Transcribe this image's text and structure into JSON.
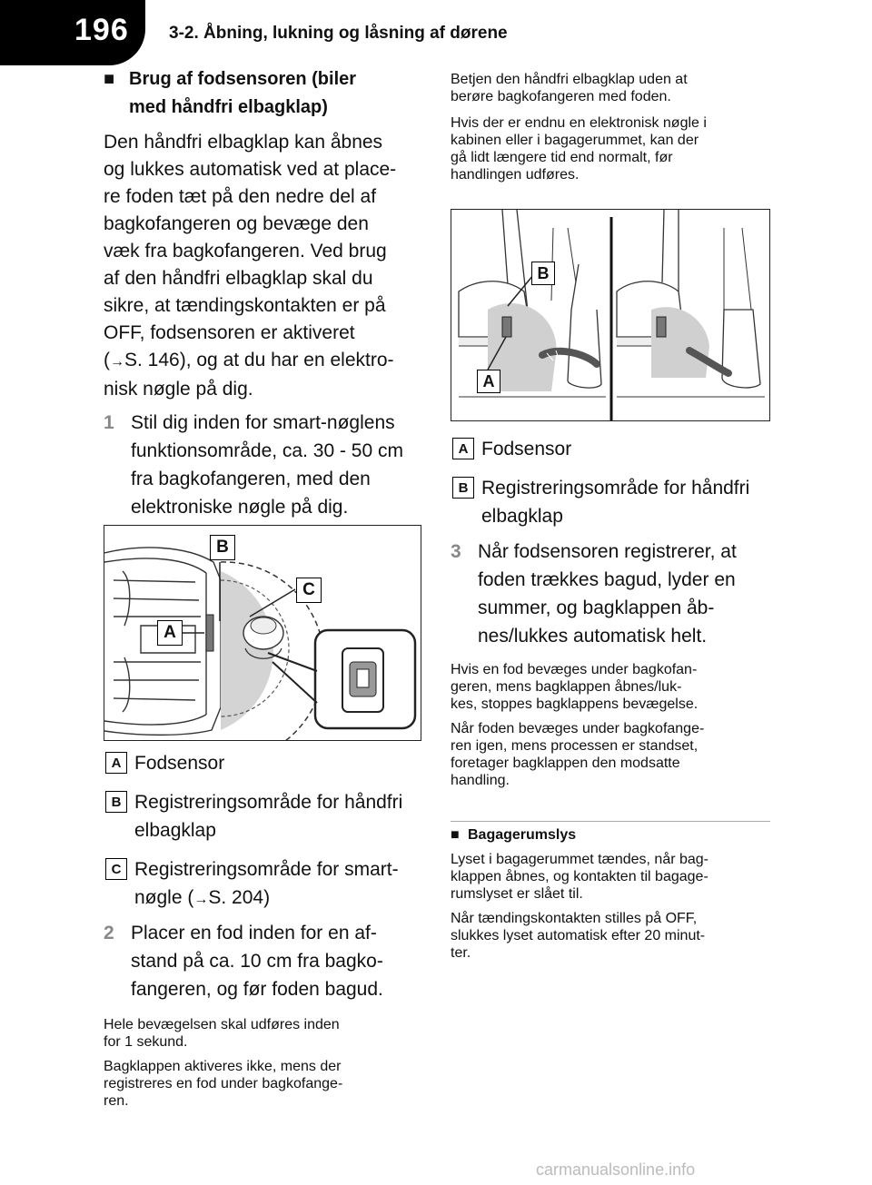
{
  "page": {
    "number": "196",
    "header": "3-2. Åbning, lukning og låsning af dørene"
  },
  "left": {
    "heading_icon": "■",
    "heading": [
      "Brug af fodsensoren (biler",
      "med håndfri elbagklap)"
    ],
    "intro": [
      "Den håndfri elbagklap kan åbnes",
      "og lukkes automatisk ved at place-",
      "re foden tæt på den nedre del af",
      "bagkofangeren og bevæge den",
      "væk fra bagkofangeren. Ved brug",
      "af den håndfri elbagklap skal du",
      "sikre, at tændingskontakten er på",
      "OFF, fodsensoren er aktiveret"
    ],
    "intro_ref": "S. 146), og at du har en elektro-",
    "intro_end": "nisk nøgle på dig.",
    "step1_num": "1",
    "step1": [
      "Stil dig inden for smart-nøglens",
      "funktionsområde, ca. 30 - 50 cm",
      "fra bagkofangeren, med den",
      "elektroniske nøgle på dig."
    ],
    "fig_labels": {
      "a": "A",
      "b": "B",
      "c": "C"
    },
    "label_a": "Fodsensor",
    "label_b": [
      "Registreringsområde for håndfri",
      "elbagklap"
    ],
    "label_c1": "Registreringsområde for smart-",
    "label_c2_ref": "S. 204)",
    "step2_num": "2",
    "step2": [
      "Placer en fod inden for en af-",
      "stand på ca. 10 cm fra bagko-",
      "fangeren, og før foden bagud."
    ],
    "note1": [
      "Hele bevægelsen skal udføres inden",
      "for 1 sekund."
    ],
    "note2": [
      "Bagklappen aktiveres ikke, mens der",
      "registreres en fod under bagkofange-",
      "ren."
    ]
  },
  "right": {
    "note1": [
      "Betjen den håndfri elbagklap uden at",
      "berøre bagkofangeren med foden."
    ],
    "note2": [
      "Hvis der er endnu en elektronisk nøgle i",
      "kabinen eller i bagagerummet, kan der",
      "gå lidt længere tid end normalt, før",
      "handlingen udføres."
    ],
    "fig_labels": {
      "a": "A",
      "b": "B"
    },
    "label_a": "Fodsensor",
    "label_b": [
      "Registreringsområde for håndfri",
      "elbagklap"
    ],
    "step3_num": "3",
    "step3": [
      "Når fodsensoren registrerer, at",
      "foden trækkes bagud, lyder en",
      "summer, og bagklappen åb-",
      "nes/lukkes automatisk helt."
    ],
    "note3": [
      "Hvis en fod bevæges under bagkofan-",
      "geren, mens bagklappen åbnes/luk-",
      "kes, stoppes bagklappens bevægelse."
    ],
    "note4": [
      "Når foden bevæges under bagkofange-",
      "ren igen, mens processen er standset,",
      "foretager bagklappen den modsatte",
      "handling."
    ],
    "sub_icon": "■",
    "sub_heading": "Bagagerumslys",
    "note5": [
      "Lyset i bagagerummet tændes, når bag-",
      "klappen åbnes, og kontakten til bagage-",
      "rumslyset er slået til."
    ],
    "note6": [
      "Når tændingskontakten stilles på OFF,",
      "slukkes lyset automatisk efter 20 minut-",
      "ter."
    ]
  },
  "footer": "carmanualsonline.info"
}
